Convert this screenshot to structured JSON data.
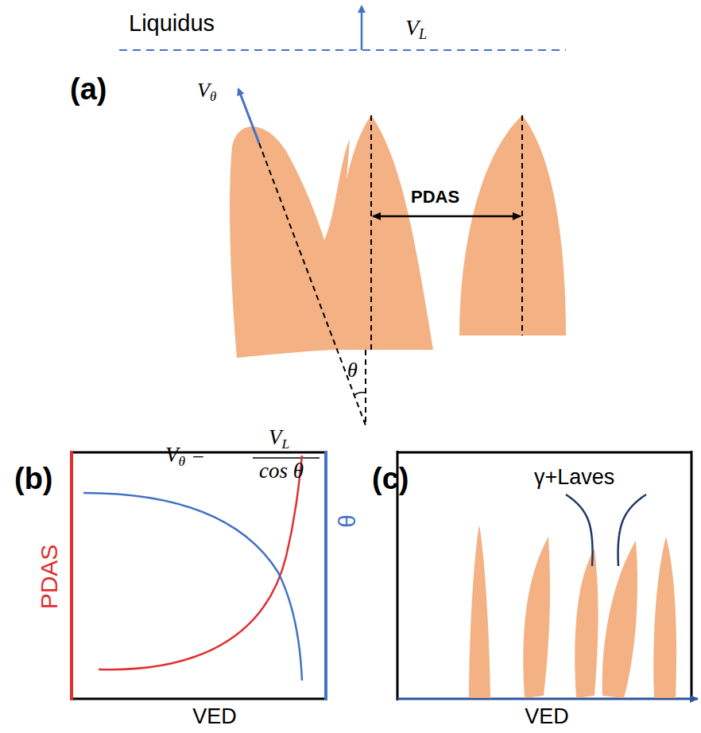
{
  "diagram": {
    "labels": [
      "(a)",
      "Liquidus",
      "VL",
      "Vθ",
      "PDAS",
      "θ",
      "Vθ =",
      "VL",
      "cos θ",
      "(b)",
      "PDAS",
      "θ",
      "VED",
      "(c)",
      "γ+Laves",
      "VED"
    ]
  }
}
